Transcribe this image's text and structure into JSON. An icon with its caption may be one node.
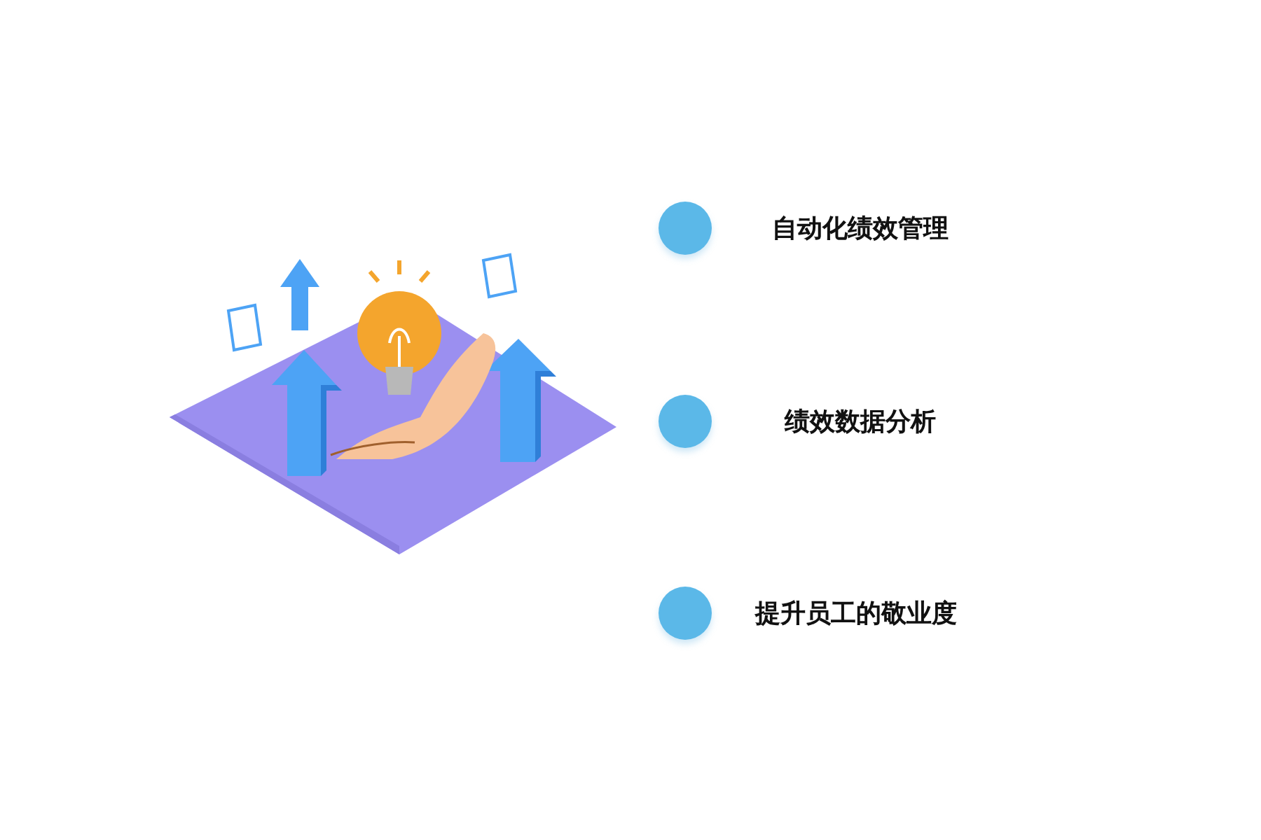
{
  "diagram": {
    "nodes": [
      {
        "text": [],
        "shape": "circle",
        "beside": [
          "自动化绩效管理"
        ]
      },
      {
        "text": [],
        "shape": "circle",
        "beside": [
          "绩效数据分析"
        ]
      },
      {
        "text": [],
        "shape": "circle",
        "beside": [
          "提升员工的敬业度"
        ]
      }
    ]
  }
}
